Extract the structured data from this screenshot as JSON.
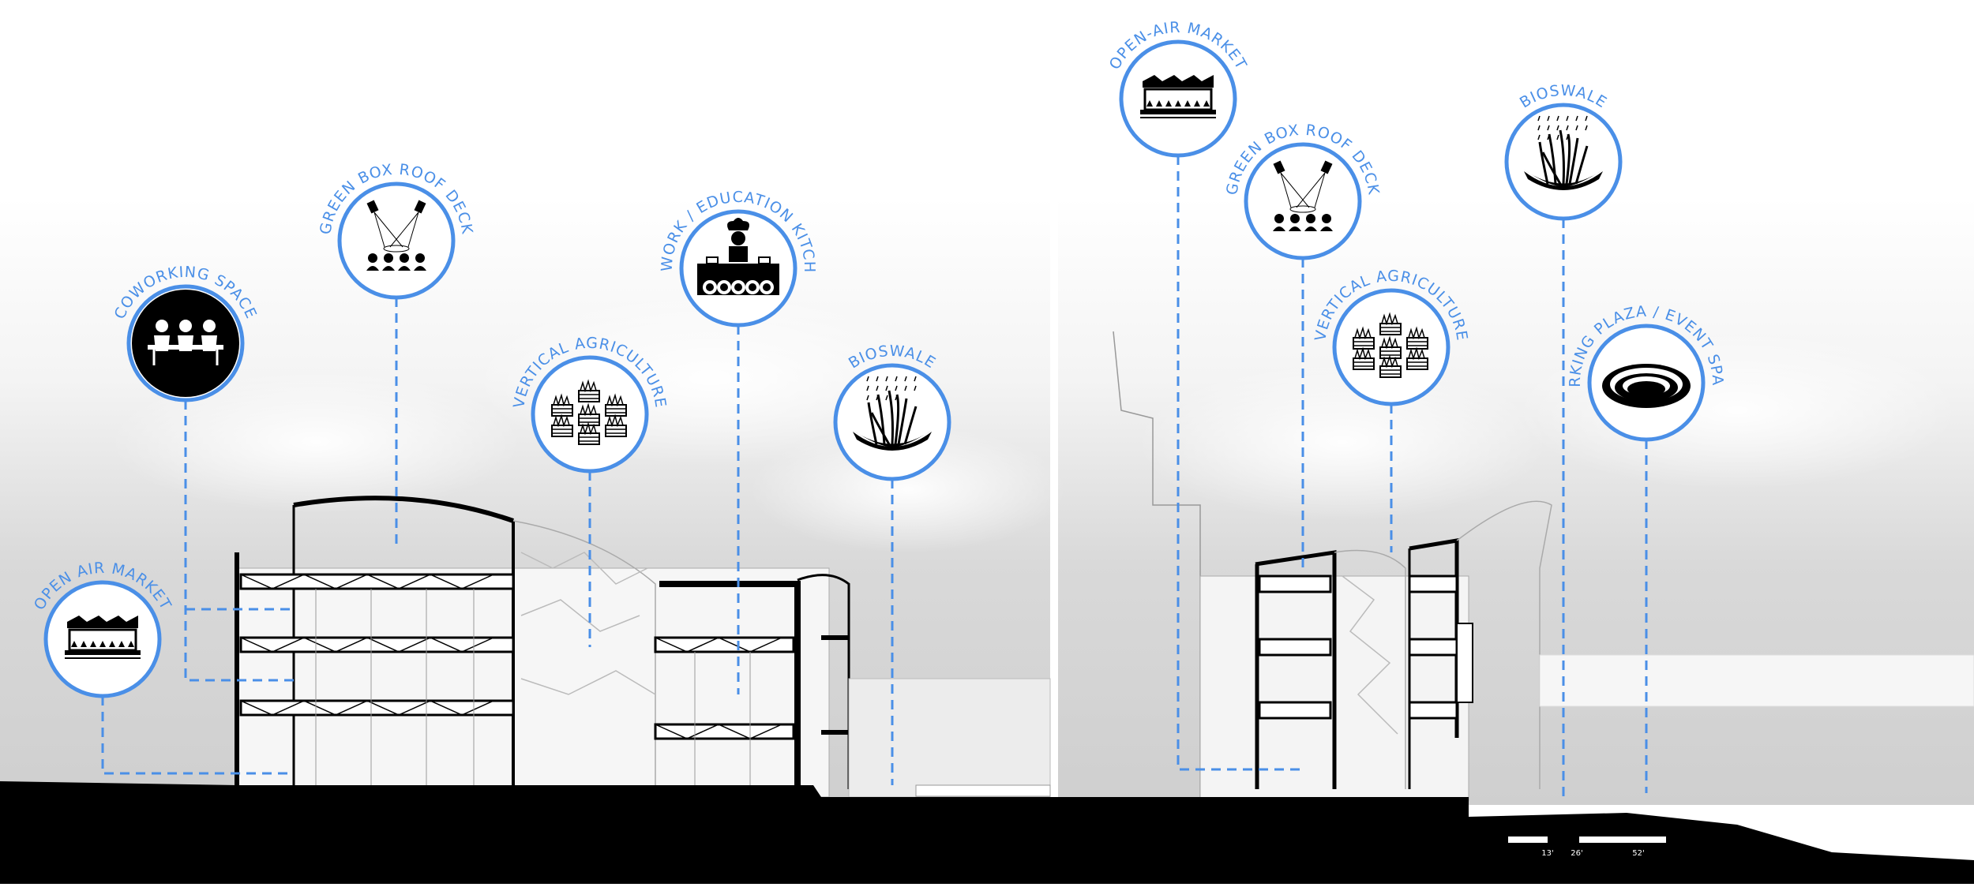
{
  "colors": {
    "accent": "#4a8fe7",
    "ground": "#000000",
    "sky_light": "#ffffff",
    "sky_dark": "#c9c9c9",
    "line": "#8a8a8a"
  },
  "left_section": {
    "callouts": [
      {
        "id": "open-air-market",
        "label": "OPEN AIR MARKET",
        "icon": "market-stall-icon"
      },
      {
        "id": "coworking-space",
        "label": "COWORKING SPACE",
        "icon": "coworking-table-icon"
      },
      {
        "id": "green-box-roof",
        "label": "GREEN BOX ROOF DECK",
        "icon": "stage-spotlight-icon"
      },
      {
        "id": "vertical-ag",
        "label": "VERTICAL AGRICULTURE",
        "icon": "planter-crates-icon"
      },
      {
        "id": "cowork-kitchen",
        "label": "COWORK / EDUCATION KITCHEN",
        "icon": "chef-table-icon"
      },
      {
        "id": "bioswale",
        "label": "BIOSWALE",
        "icon": "bioswale-grass-icon"
      }
    ]
  },
  "right_section": {
    "callouts": [
      {
        "id": "open-air-market",
        "label": "OPEN-AIR MARKET",
        "icon": "market-stall-icon"
      },
      {
        "id": "green-box-roof",
        "label": "GREEN BOX ROOF DECK",
        "icon": "stage-spotlight-icon"
      },
      {
        "id": "bioswale",
        "label": "BIOSWALE",
        "icon": "bioswale-grass-icon"
      },
      {
        "id": "vertical-ag",
        "label": "VERTICAL AGRICULTURE",
        "icon": "planter-crates-icon"
      },
      {
        "id": "parking-plaza",
        "label": "PARKING PLAZA / EVENT SPACE",
        "icon": "amphitheater-icon"
      }
    ]
  },
  "scale_bar": {
    "ticks": [
      "13'",
      "26'",
      "52'"
    ]
  }
}
